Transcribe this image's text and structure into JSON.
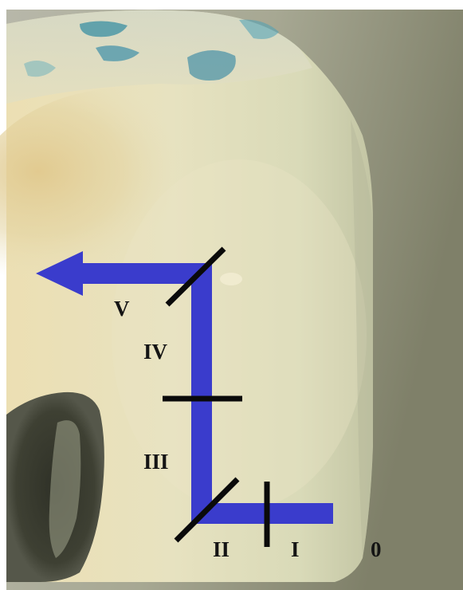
{
  "image": {
    "subject": "tooth-crown-with-dye-penetration-scale",
    "colors": {
      "scale_path": "#3a3ccc",
      "markers": "#0a0a0a",
      "labels": "#141414",
      "stain": "#3a8fa3",
      "cavity": "#3f4134"
    }
  },
  "scale": {
    "labels": {
      "v": "V",
      "iv": "IV",
      "iii": "III",
      "ii": "II",
      "i": "I",
      "zero": "0"
    }
  }
}
